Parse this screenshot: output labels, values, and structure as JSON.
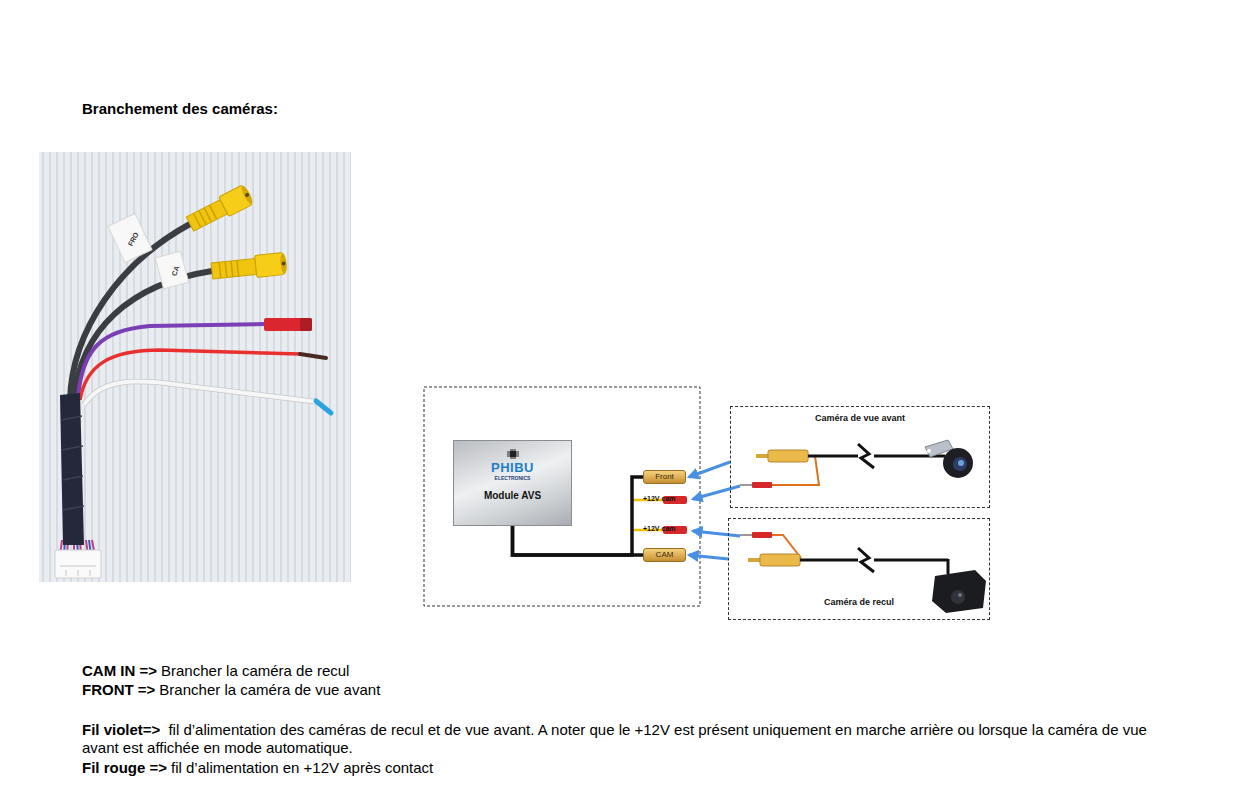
{
  "diagram": {
    "title": "Branchement des caméras:",
    "nodes": [
      {
        "text": [
          "PHIBU",
          "ELECTRONICS",
          "Module AVS"
        ]
      },
      {
        "text": [
          "Front"
        ]
      },
      {
        "text": [
          "CAM"
        ]
      },
      {
        "text": [
          "Caméra de vue avant"
        ]
      },
      {
        "text": [
          "Caméra de recul"
        ]
      }
    ],
    "edges": [
      {
        "from": 0,
        "to": 1,
        "arrow": "none"
      },
      {
        "from": 0,
        "to": 2,
        "arrow": "none"
      },
      {
        "from": 3,
        "to": 1,
        "arrow": "to"
      },
      {
        "from": 4,
        "to": 2,
        "arrow": "to"
      }
    ],
    "labels": [
      "FRO",
      "CA",
      "+12V cam",
      "+12V cam",
      "CAM IN =>",
      "Brancher la caméra de recul",
      "FRONT =>",
      "Brancher la caméra de vue avant",
      "Fil violet=>",
      "fil d’alimentation des caméras de recul et de vue avant. A noter que le +12V est présent uniquement en marche arrière ou lorsque la caméra de vue avant est affichée en mode automatique.",
      "Fil rouge =>",
      "fil d’alimentation en +12V après contact"
    ]
  }
}
